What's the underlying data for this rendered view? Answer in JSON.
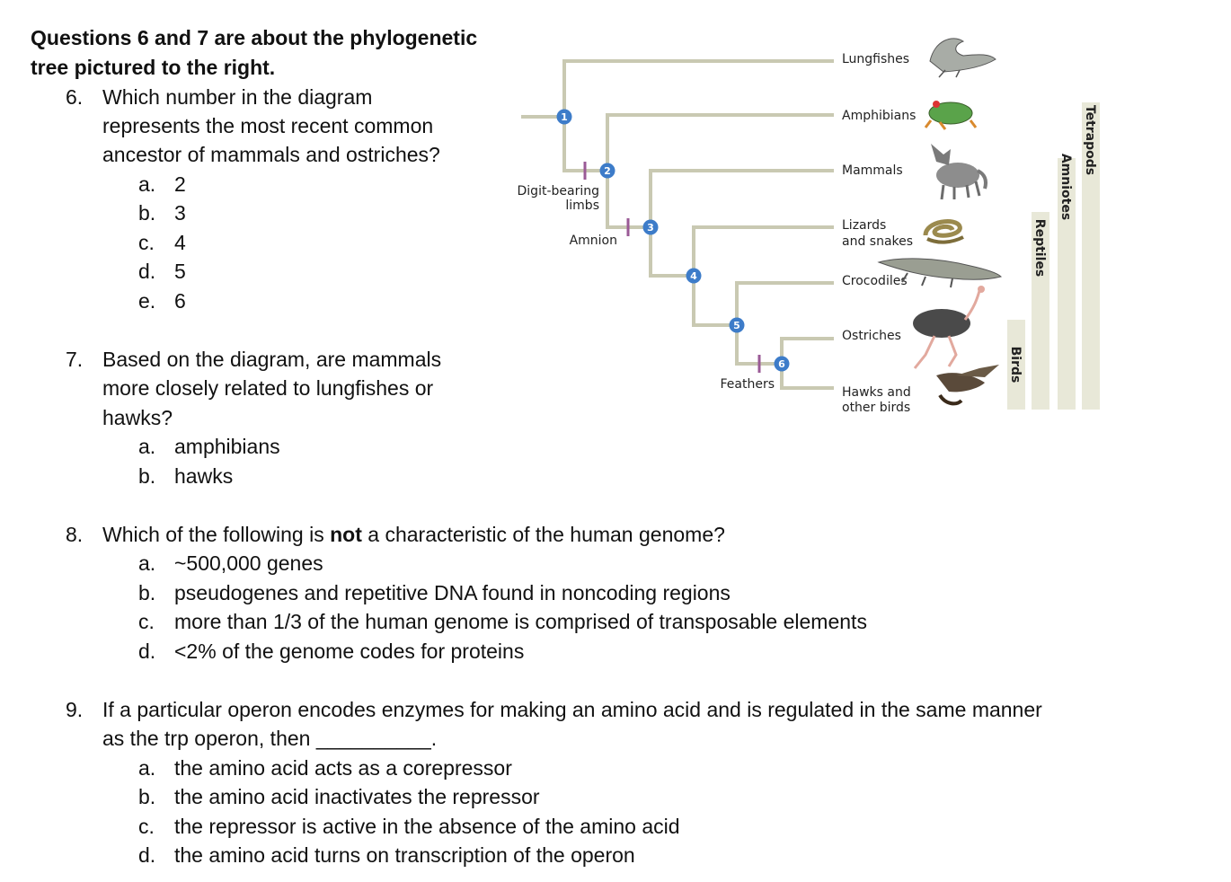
{
  "intro": {
    "line1": "Questions 6 and 7 are about the phylogenetic",
    "line2": "tree pictured to the right."
  },
  "q6": {
    "number": "6.",
    "lines": [
      "Which number in the diagram",
      "represents the most recent common",
      "ancestor of mammals and ostriches?"
    ],
    "options": [
      {
        "letter": "a.",
        "text": "2"
      },
      {
        "letter": "b.",
        "text": "3"
      },
      {
        "letter": "c.",
        "text": "4"
      },
      {
        "letter": "d.",
        "text": "5"
      },
      {
        "letter": "e.",
        "text": "6"
      }
    ]
  },
  "q7": {
    "number": "7.",
    "lines": [
      "Based on the diagram, are mammals",
      "more closely related to lungfishes or",
      "hawks?"
    ],
    "options": [
      {
        "letter": "a.",
        "text": "amphibians"
      },
      {
        "letter": "b.",
        "text": "hawks"
      }
    ]
  },
  "q8": {
    "number": "8.",
    "prefix": "Which of the following is ",
    "emph": "not",
    "suffix": " a characteristic of the human genome?",
    "options": [
      {
        "letter": "a.",
        "text": "~500,000 genes"
      },
      {
        "letter": "b.",
        "text": "pseudogenes and repetitive DNA found in noncoding regions"
      },
      {
        "letter": "c.",
        "text": "more than 1/3 of the human genome is comprised of transposable elements"
      },
      {
        "letter": "d.",
        "text": "<2% of the genome codes for proteins"
      }
    ]
  },
  "q9": {
    "number": "9.",
    "lines": [
      "If a particular operon encodes enzymes for making an amino acid and is regulated in the same manner",
      "as the trp operon, then __________."
    ],
    "options": [
      {
        "letter": "a.",
        "text": "the amino acid acts as a corepressor"
      },
      {
        "letter": "b.",
        "text": "the amino acid inactivates the repressor"
      },
      {
        "letter": "c.",
        "text": "the repressor is active in the absence of the amino acid"
      },
      {
        "letter": "d.",
        "text": "the amino acid turns on transcription of the operon"
      }
    ]
  },
  "tree": {
    "taxa": [
      "Lungfishes",
      "Amphibians",
      "Mammals",
      "Lizards",
      "and snakes",
      "Crocodiles",
      "Ostriches",
      "Hawks and",
      "other birds"
    ],
    "traits": [
      "Digit-bearing",
      "limbs",
      "Amnion",
      "Feathers"
    ],
    "nodes": [
      "1",
      "2",
      "3",
      "4",
      "5",
      "6"
    ],
    "groups": [
      "Birds",
      "Reptiles",
      "Amniotes",
      "Tetrapods"
    ],
    "colors": {
      "branch": "#c9c9b2",
      "node": "#3d7cc9",
      "trait": "#9a5a96",
      "group_bar": "#e8e8d8"
    }
  }
}
